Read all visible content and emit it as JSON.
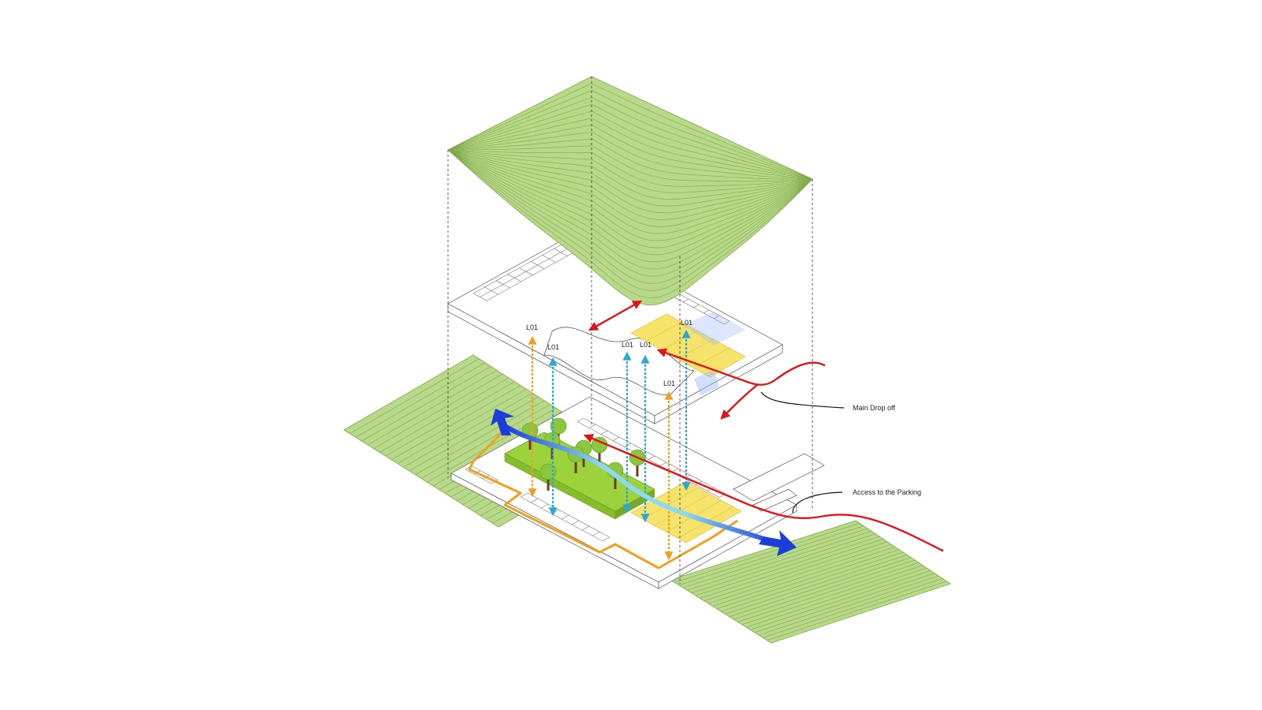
{
  "annotations": {
    "main_drop_off": "Main Drop off",
    "access_parking": "Access to the Parking"
  },
  "level_tags": [
    "L01",
    "L01",
    "L01",
    "L01",
    "L01",
    "L01"
  ],
  "colors": {
    "landscape_green": "#b9d98a",
    "landscape_line": "#7fa84a",
    "garden_green": "#9cd23c",
    "tree_green": "#8cc63f",
    "trunk_brown": "#6b3e1f",
    "yellow_zone": "#f5e36b",
    "vehicle_red": "#e0141b",
    "wind_blue": "#1c3ed8",
    "water_cyan": "#7fd3ef",
    "circulation_orange": "#f0a020",
    "vertical_cyan": "#2aa7d8",
    "outline": "#444444"
  }
}
